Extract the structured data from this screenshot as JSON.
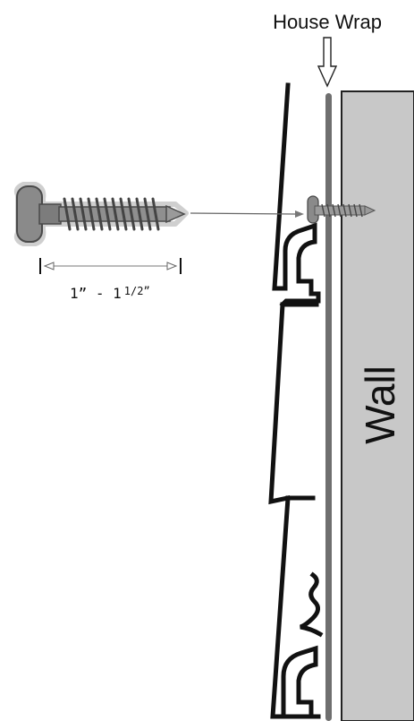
{
  "labels": {
    "house_wrap": "House Wrap",
    "wall": "Wall",
    "dimension_main": "1” - 1",
    "dimension_fraction": "1/2”"
  },
  "colors": {
    "wall_fill": "#c8c8c8",
    "house_wrap": "#6f6f6f",
    "siding_stroke": "#111111",
    "screw_fill": "#8a8a8a",
    "screw_dark": "#555555"
  },
  "icons": {
    "screw": "screw-icon",
    "arrow": "arrow-down-icon"
  }
}
